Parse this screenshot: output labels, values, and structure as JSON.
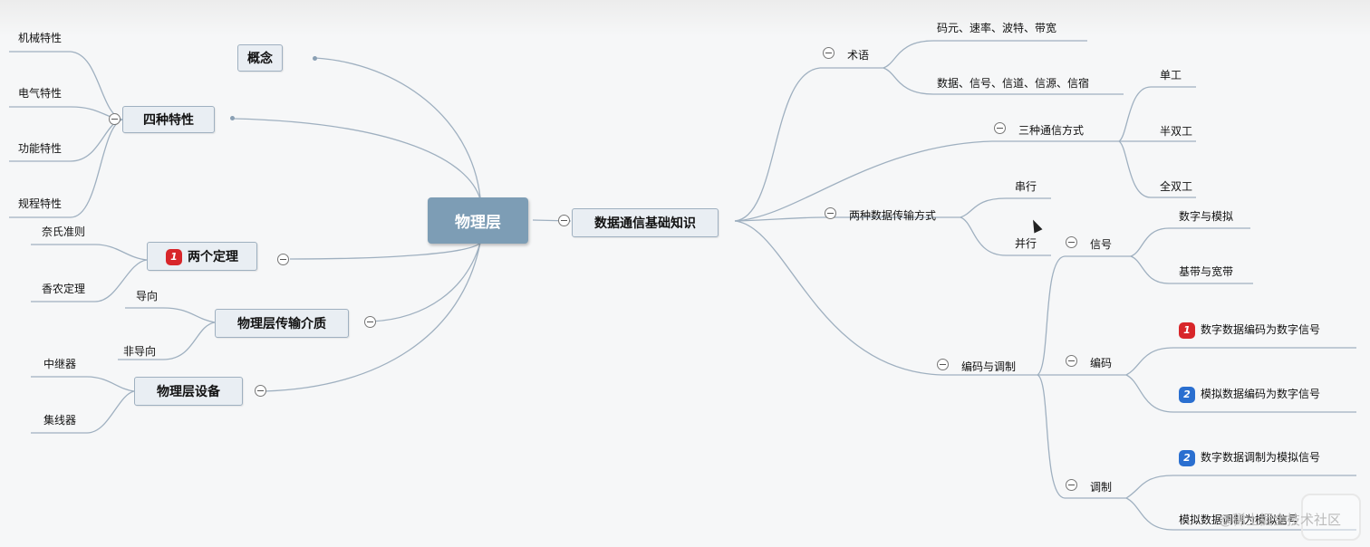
{
  "root": "物理层",
  "left": {
    "concept": "概念",
    "four_props": {
      "label": "四种特性",
      "children": [
        "机械特性",
        "电气特性",
        "功能特性",
        "规程特性"
      ]
    },
    "two_theorems": {
      "badge": "1",
      "label": "两个定理",
      "children": [
        "奈氏准则",
        "香农定理"
      ]
    },
    "media": {
      "label": "物理层传输介质",
      "children": [
        "导向",
        "非导向"
      ]
    },
    "devices": {
      "label": "物理层设备",
      "children": [
        "中继器",
        "集线器"
      ]
    }
  },
  "right": {
    "label": "数据通信基础知识",
    "terms": {
      "label": "术语",
      "children": [
        "码元、速率、波特、带宽",
        "数据、信号、信道、信源、信宿"
      ]
    },
    "comm_modes": {
      "label": "三种通信方式",
      "children": [
        "单工",
        "半双工",
        "全双工"
      ]
    },
    "transfer_modes": {
      "label": "两种数据传输方式",
      "children": [
        "串行",
        "并行"
      ]
    },
    "codec": {
      "label": "编码与调制",
      "signal": {
        "label": "信号",
        "children": [
          "数字与模拟",
          "基带与宽带"
        ]
      },
      "encoding": {
        "label": "编码",
        "children": [
          {
            "badge": "1",
            "label": "数字数据编码为数字信号"
          },
          {
            "badge": "2",
            "label": "模拟数据编码为数字信号"
          }
        ]
      },
      "modulation": {
        "label": "调制",
        "children": [
          {
            "badge": "2",
            "label": "数字数据调制为模拟信号"
          },
          {
            "label": "模拟数据调制为模拟信号"
          }
        ]
      }
    }
  },
  "watermark": "@稀土掘金技术社区",
  "colors": {
    "root_bg": "#7d9db5",
    "box_bg": "#e9eef3",
    "line": "#9fb0c0",
    "badge_red": "#d8262a",
    "badge_blue": "#2a6fd0"
  }
}
